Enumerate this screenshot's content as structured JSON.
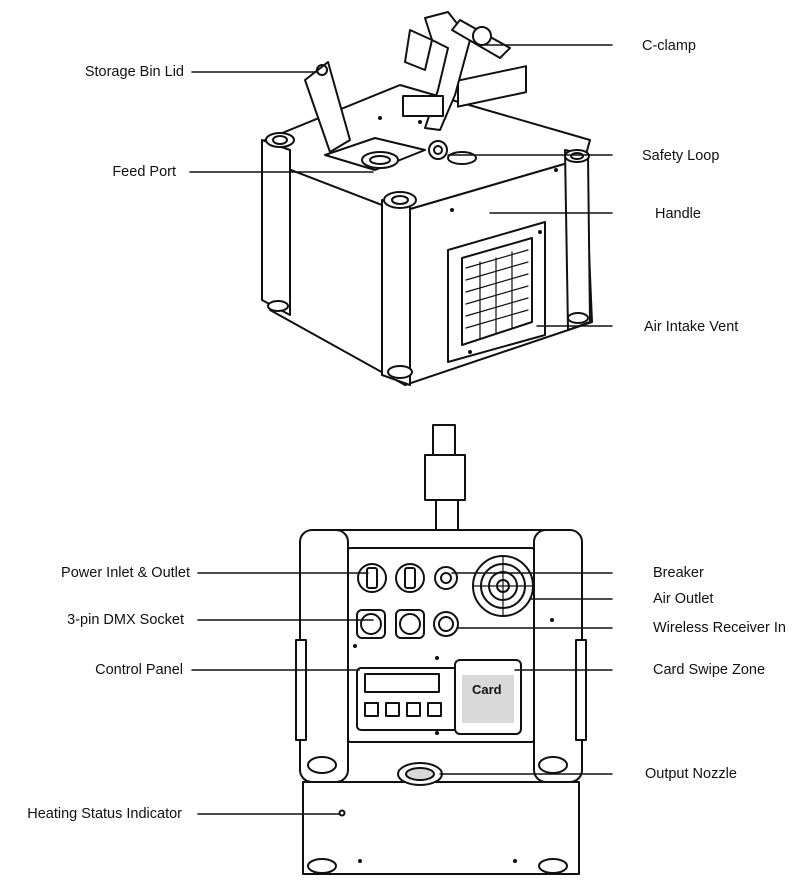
{
  "top_view": {
    "labels_left": [
      "Storage Bin Lid",
      "Feed Port"
    ],
    "labels_right": [
      "C-clamp",
      "Safety Loop",
      "Handle",
      "Air Intake Vent"
    ]
  },
  "rear_view": {
    "labels_left": [
      "Power Inlet & Outlet",
      "3-pin DMX Socket",
      "Control Panel",
      "Heating Status Indicator"
    ],
    "labels_right": [
      "Breaker",
      "Air Outlet",
      "Wireless Receiver In",
      "Card Swipe Zone",
      "Output Nozzle"
    ],
    "card_text": "Card"
  },
  "colors": {
    "line": "#111111",
    "fill": "#ffffff",
    "shade": "#d9d9d9"
  }
}
